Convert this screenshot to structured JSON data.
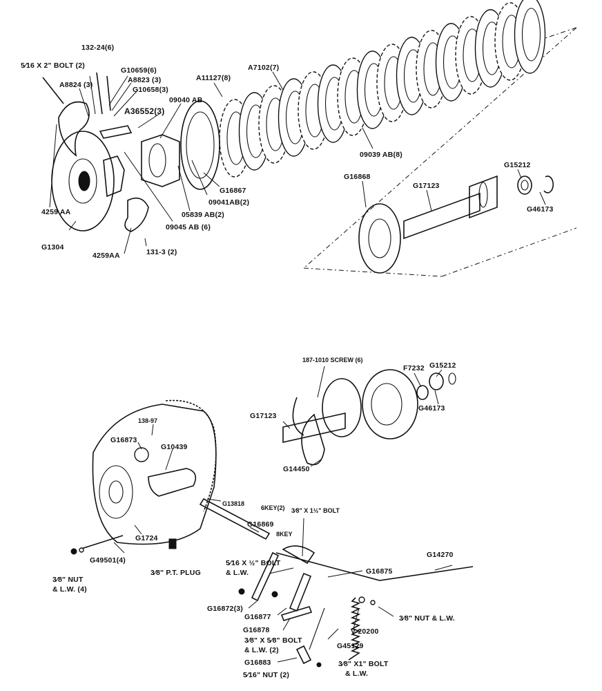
{
  "top_assembly": {
    "labels": {
      "bolt_5_16x2": "5⁄16 X 2\" BOLT (2)",
      "p132_24": "132-24(6)",
      "g10659": "G10659(6)",
      "a8823": "A8823 (3)",
      "g10658": "G10658(3)",
      "a8824": "A8824 (3)",
      "a36552": "A36552(3)",
      "p09040ab": "09040 AB",
      "a11127": "A11127(8)",
      "a7102": "A7102(7)",
      "p09039ab": "09039 AB(8)",
      "g16867": "G16867",
      "p09041ab": "09041AB(2)",
      "p05839ab": "05839 AB(2)",
      "p09045ab": "09045 AB (6)",
      "p4259aa_left": "4259 AA",
      "g1304": "G1304",
      "p4259aa_bottom": "4259AA",
      "p131_3": "131-3 (2)",
      "g16868": "G16868",
      "g17123": "G17123",
      "g15212": "G15212",
      "g46173": "G46173"
    }
  },
  "bottom_assembly": {
    "labels": {
      "screw_187_1010": "187-1010 SCREW (6)",
      "f7232": "F7232",
      "g15212": "G15212",
      "g46173": "G46173",
      "g17123": "G17123",
      "p138_97": "138-97",
      "g16873": "G16873",
      "g10439": "G10439",
      "g14450": "G14450",
      "g13818": "G13818",
      "key_6": "6KEY(2)",
      "bolt_3_8x1_1_2": "3⁄8\" X 1½\" BOLT",
      "g16869": "G16869",
      "key_8": "8KEY",
      "g1724": "G1724",
      "g49501": "G49501(4)",
      "nut_3_8_lw4": "3⁄8\" NUT",
      "nut_3_8_lw4_b": "& L.W. (4)",
      "pt_plug": "3⁄8\" P.T. PLUG",
      "g14270": "G14270",
      "bolt_5_16x1_2": "5⁄16 X ½\" BOLT",
      "bolt_5_16x1_2_b": "& L.W.",
      "g16875": "G16875",
      "g16872": "G16872(3)",
      "g16877": "G16877",
      "nut_3_8_lw": "3⁄8\" NUT & L.W.",
      "g16878": "G16878",
      "v20200": "V-20200",
      "bolt_3_8x5_8": "3⁄8\" X 5⁄8\" BOLT",
      "bolt_3_8x5_8_b": "& L.W. (2)",
      "g45129": "G45129",
      "g16883": "G16883",
      "bolt_3_8x1": "3⁄8\" X1\" BOLT",
      "bolt_3_8x1_b": "& L.W.",
      "nut_5_16": "5⁄16\" NUT (2)"
    }
  }
}
